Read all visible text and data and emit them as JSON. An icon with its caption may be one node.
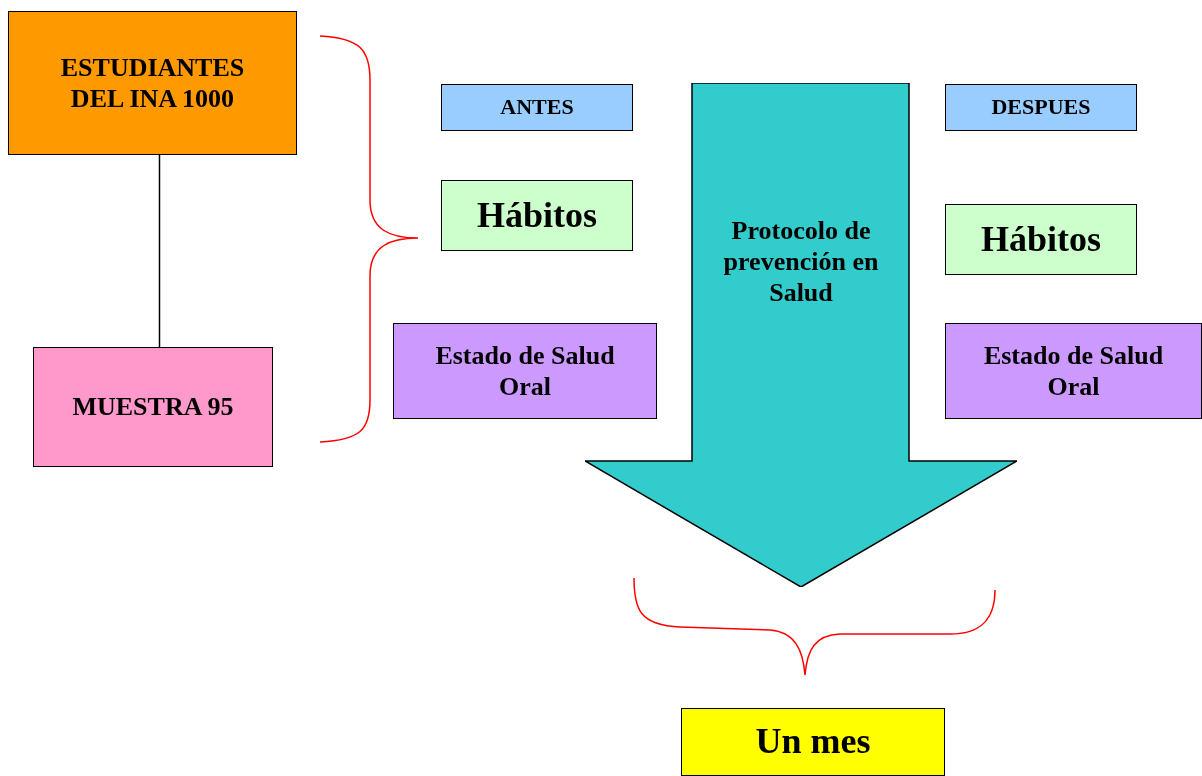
{
  "diagram": {
    "nodes": [
      {
        "text": [
          "ESTUDIANTES DEL INA 1000"
        ]
      },
      {
        "text": [
          "MUESTRA 95"
        ]
      },
      {
        "text": [
          "ANTES"
        ]
      },
      {
        "text": [
          "Hábitos"
        ]
      },
      {
        "text": [
          "Estado de Salud Oral"
        ]
      },
      {
        "text": [
          "Protocolo de prevención en Salud"
        ]
      },
      {
        "text": [
          "DESPUES"
        ]
      },
      {
        "text": [
          "Hábitos"
        ]
      },
      {
        "text": [
          "Estado de Salud Oral"
        ]
      },
      {
        "text": [
          "Un mes"
        ]
      }
    ],
    "edges": [
      {
        "from": 0,
        "to": 1,
        "arrow": "none"
      }
    ]
  }
}
